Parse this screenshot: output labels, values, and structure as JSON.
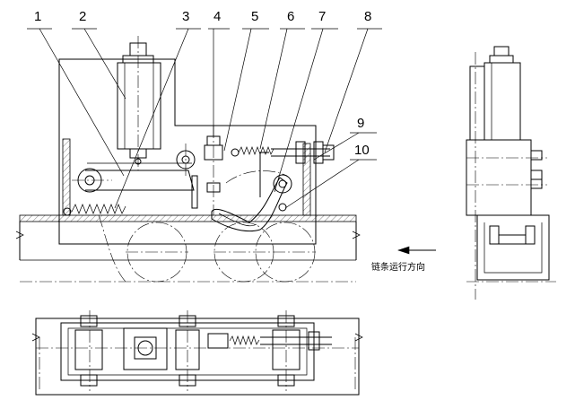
{
  "callouts": [
    "1",
    "2",
    "3",
    "4",
    "5",
    "6",
    "7",
    "8",
    "9",
    "10"
  ],
  "direction_label": "链条运行方向"
}
